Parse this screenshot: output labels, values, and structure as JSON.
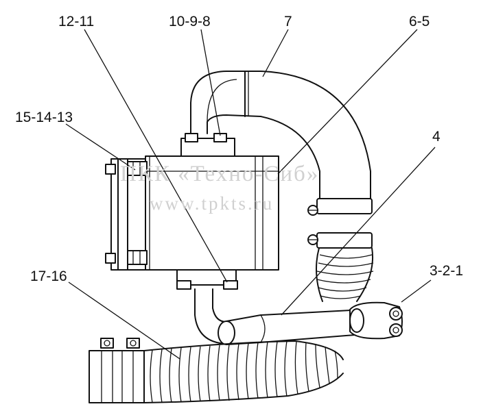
{
  "callouts": {
    "c12_11": "12-11",
    "c10_9_8": "10-9-8",
    "c7": "7",
    "c6_5": "6-5",
    "c15_14_13": "15-14-13",
    "c4": "4",
    "c3_2_1": "3-2-1",
    "c17_16": "17-16"
  },
  "watermark": {
    "company": "ПКК «Техно-Сиб»",
    "url": "www.tpkts.ru"
  },
  "colors": {
    "line": "#111111",
    "watermark": "#d0d0d0"
  }
}
